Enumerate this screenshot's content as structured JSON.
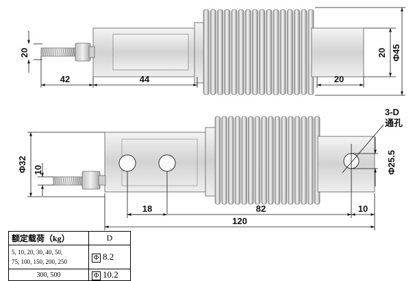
{
  "top_view": {
    "dims": {
      "left_height": "20",
      "cable_len": "42",
      "mid_len": "44",
      "right_height": "20",
      "right_len": "20",
      "bellows_dia": "Φ45"
    }
  },
  "side_view": {
    "dims": {
      "body_height": "Φ32",
      "cable_offset": "10",
      "hole_pitch": "18",
      "hole_to_hole": "82",
      "end_offset": "10",
      "total_len": "120",
      "bellows_height": "Φ25.5"
    },
    "note_line1": "3-D",
    "note_line2": "通孔"
  },
  "spec_table": {
    "header_load": "额定载荷（kg）",
    "header_d": "D",
    "row1_loads_a": "5, 10, 20, 30, 40, 50,",
    "row1_loads_b": "75, 100, 150, 200, 250",
    "row1_d": "8.2",
    "row2_loads": "300, 500",
    "row2_d": "10.2",
    "phi_symbol": "Φ"
  }
}
